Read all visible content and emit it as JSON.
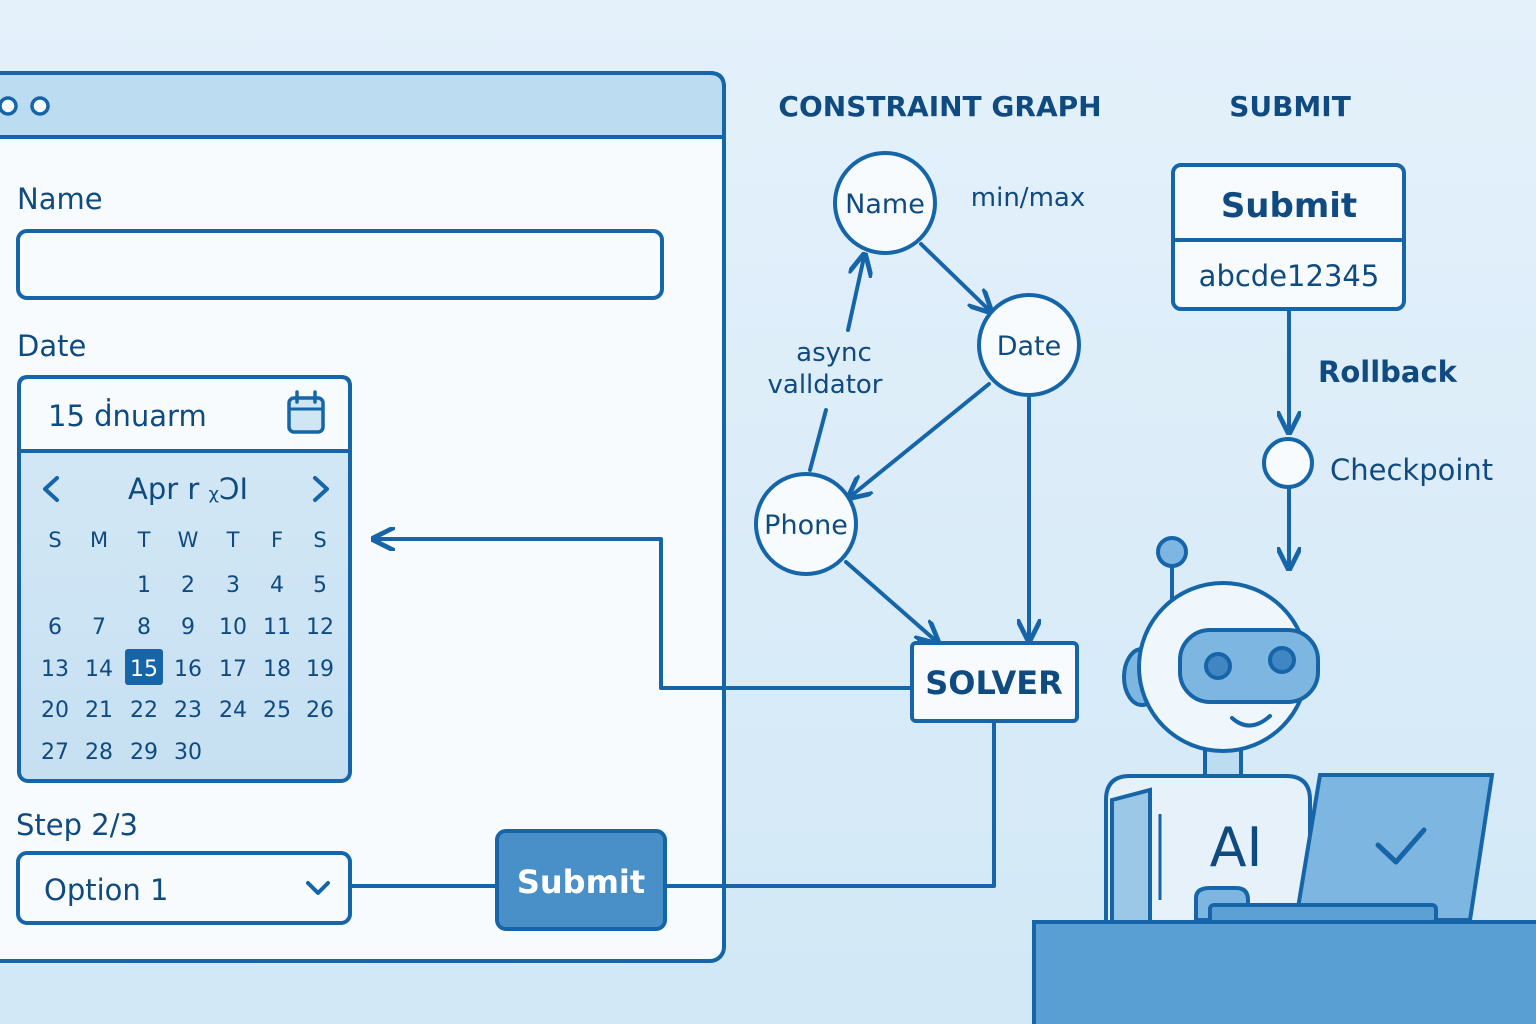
{
  "form": {
    "name_label": "Name",
    "name_value": "",
    "date_label": "Date",
    "date_value": "15 ḋnuarm",
    "month_label": "Apr r ᵪƆI",
    "weekdays": [
      "S",
      "M",
      "T",
      "W",
      "T",
      "F",
      "S"
    ],
    "days": [
      "1",
      "2",
      "3",
      "4",
      "5",
      "6",
      "7",
      "8",
      "9",
      "10",
      "11",
      "12",
      "13",
      "14",
      "15",
      "16",
      "17",
      "18",
      "19",
      "20",
      "21",
      "22",
      "23",
      "24",
      "25",
      "26",
      "27",
      "28",
      "29",
      "30"
    ],
    "first_weekday": 2,
    "selected_day": "15",
    "step_label": "Step 2/3",
    "select_value": "Option 1",
    "submit_label": "Submit"
  },
  "graph": {
    "title": "CONSTRAINT GRAPH",
    "node_name": "Name",
    "node_date": "Date",
    "node_phone": "Phone",
    "minmax": "min/max",
    "async_line1": "async",
    "async_line2": "valldator",
    "solver": "SOLVER"
  },
  "submit_panel": {
    "title": "SUBMIT",
    "button": "Submit",
    "token": "abcde12345",
    "rollback": "Rollback",
    "checkpoint": "Checkpoint"
  },
  "robot": {
    "chest": "AI"
  },
  "icons": [
    "calendar-icon",
    "chevron-left-icon",
    "chevron-right-icon",
    "chevron-down-icon",
    "checkmark-icon"
  ],
  "colors": {
    "stroke": "#1565a8",
    "text": "#0f4a80",
    "accent": "#4a90c8",
    "panel": "#f7fbfe",
    "background": "#dcedf8"
  }
}
